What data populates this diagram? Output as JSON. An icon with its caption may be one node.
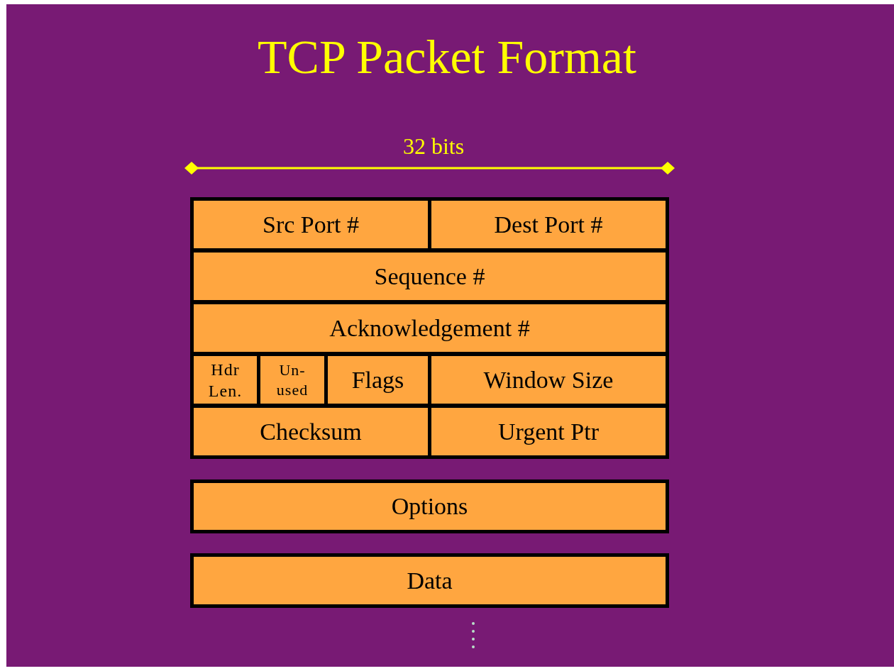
{
  "diagram": {
    "title": "TCP Packet Format",
    "nodes": [
      {
        "text": [
          "Src Port #"
        ]
      },
      {
        "text": [
          "Dest Port #"
        ]
      },
      {
        "text": [
          "Sequence #"
        ]
      },
      {
        "text": [
          "Acknowledgement #"
        ]
      },
      {
        "text": [
          "Hdr Len."
        ]
      },
      {
        "text": [
          "Un- used"
        ]
      },
      {
        "text": [
          "Flags"
        ]
      },
      {
        "text": [
          "Window Size"
        ]
      },
      {
        "text": [
          "Checksum"
        ]
      },
      {
        "text": [
          "Urgent Ptr"
        ]
      },
      {
        "text": [
          "Options"
        ]
      },
      {
        "text": [
          "Data"
        ]
      }
    ],
    "labels": [
      "32 bits"
    ]
  }
}
